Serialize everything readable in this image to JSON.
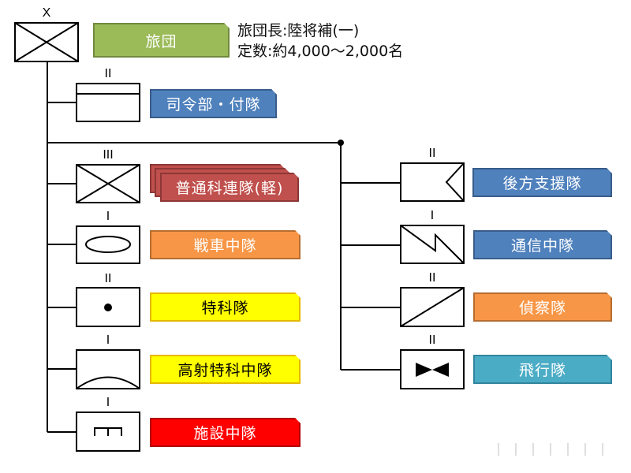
{
  "brigade": {
    "echelon": "X",
    "label": "旅団",
    "color": "#9bbb59",
    "border": "#71893f",
    "text_color": "#ffffff",
    "info": {
      "commander": "旅団長:陸将補(一)",
      "strength": "定数:約4,000〜2,000名"
    }
  },
  "left_units": [
    {
      "id": "hq",
      "echelon": "II",
      "symbol": "headquarters",
      "label": "司令部・付隊",
      "color": "#4f81bd",
      "border": "#385d8a",
      "text_color": "#ffffff"
    },
    {
      "id": "infantry",
      "echelon": "III",
      "symbol": "infantry",
      "label": "普通科連隊(軽)",
      "color": "#c0504d",
      "border": "#8c3836",
      "text_color": "#ffffff",
      "stacked": true
    },
    {
      "id": "tank",
      "echelon": "I",
      "symbol": "armor",
      "label": "戦車中隊",
      "color": "#f79646",
      "border": "#b66d31",
      "text_color": "#ffffff"
    },
    {
      "id": "special",
      "echelon": "II",
      "symbol": "nbc",
      "label": "特科隊",
      "color": "#ffff00",
      "border": "#e6b800",
      "text_color": "#000000"
    },
    {
      "id": "aa",
      "echelon": "I",
      "symbol": "air-defense",
      "label": "高射特科中隊",
      "color": "#ffff00",
      "border": "#e6b800",
      "text_color": "#000000"
    },
    {
      "id": "engineer",
      "echelon": "I",
      "symbol": "engineer",
      "label": "施設中隊",
      "color": "#ff0000",
      "border": "#b30000",
      "text_color": "#ffffff"
    }
  ],
  "right_units": [
    {
      "id": "logistics",
      "echelon": "II",
      "symbol": "logistics",
      "label": "後方支援隊",
      "color": "#4f81bd",
      "border": "#385d8a",
      "text_color": "#ffffff"
    },
    {
      "id": "signal",
      "echelon": "I",
      "symbol": "signal",
      "label": "通信中隊",
      "color": "#4f81bd",
      "border": "#385d8a",
      "text_color": "#ffffff"
    },
    {
      "id": "recon",
      "echelon": "II",
      "symbol": "reconnaissance",
      "label": "偵察隊",
      "color": "#f79646",
      "border": "#b66d31",
      "text_color": "#ffffff"
    },
    {
      "id": "aviation",
      "echelon": "II",
      "symbol": "aviation",
      "label": "飛行隊",
      "color": "#4bacc6",
      "border": "#31859c",
      "text_color": "#ffffff"
    }
  ]
}
